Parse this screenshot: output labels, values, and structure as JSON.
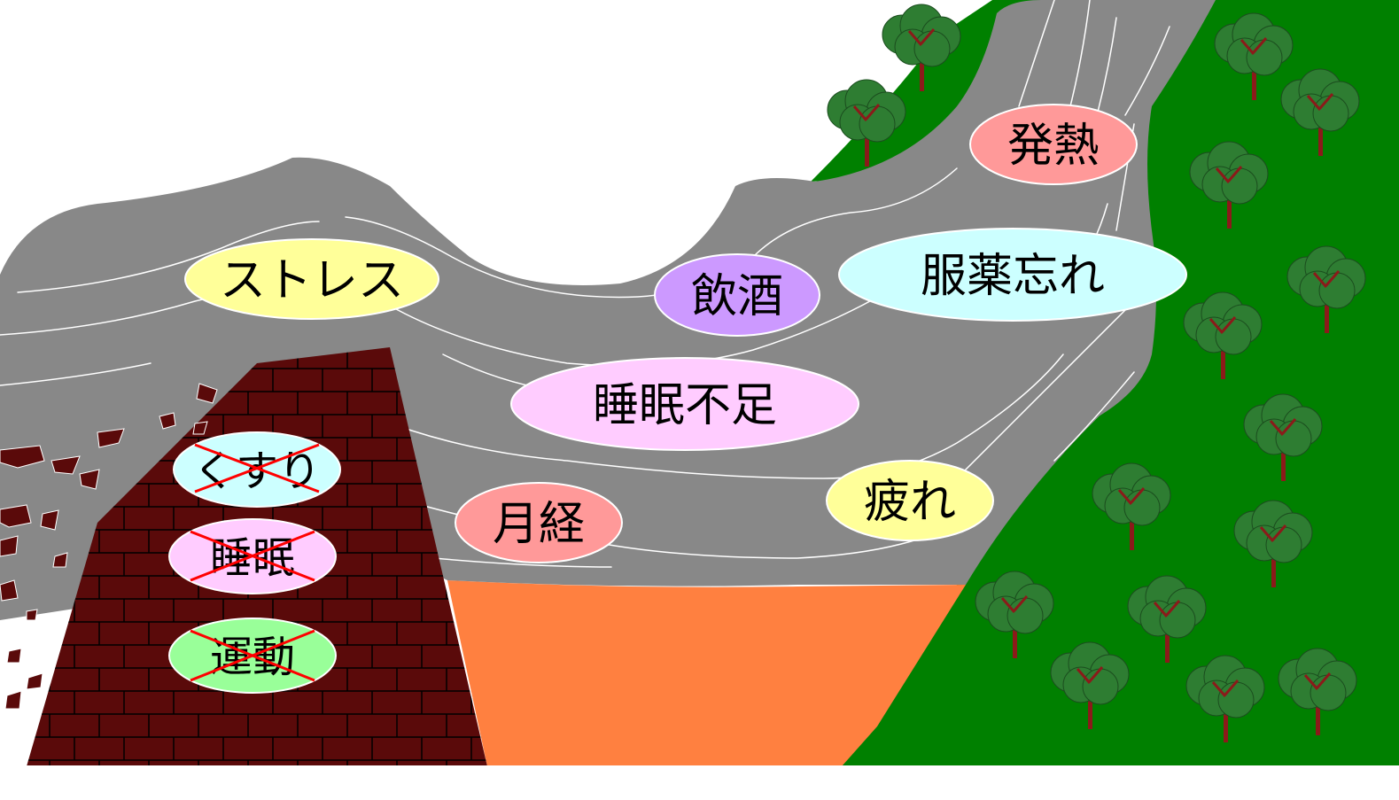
{
  "factors": {
    "stress": "ストレス",
    "drinking": "飲酒",
    "missed_dose": "服薬忘れ",
    "fever": "発熱",
    "sleep_deprivation": "睡眠不足",
    "menstruation": "月経",
    "fatigue": "疲れ"
  },
  "wall_items": {
    "medicine": "くすり",
    "sleep": "睡眠",
    "exercise": "運動"
  },
  "colors": {
    "landslide": "#888888",
    "wall": "#5a0a0a",
    "ground": "#ff8040",
    "hill": "#008000",
    "tree_foliage": "#2e7d32",
    "tree_trunk": "#8b1a1a",
    "cross_mark": "#ff0000",
    "bubble_yellow": "#ffff99",
    "bubble_purple": "#cc99ff",
    "bubble_cyan": "#ccffff",
    "bubble_pink": "#ff9999",
    "bubble_magenta": "#ffccff",
    "bubble_green": "#99ff99"
  }
}
